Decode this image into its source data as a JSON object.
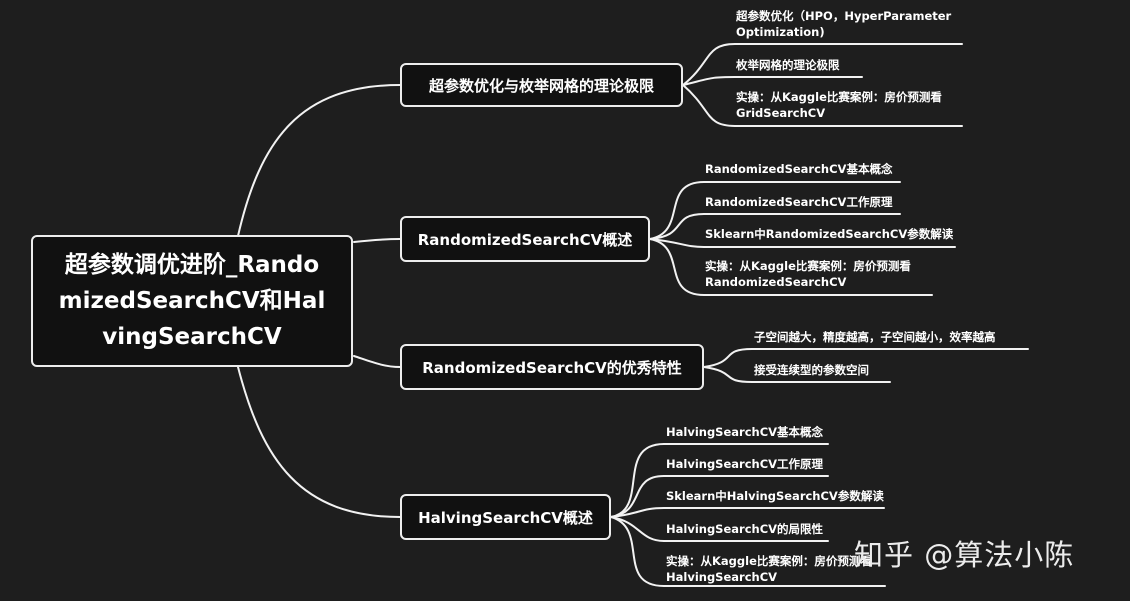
{
  "root": {
    "title": "超参数调优进阶_RandomizedSearchCV和HalvingSearchCV"
  },
  "branches": [
    {
      "label": "超参数优化与枚举网格的理论极限",
      "children": [
        "超参数优化（HPO，HyperParameter Optimization)",
        "枚举网格的理论极限",
        "实操：从Kaggle比赛案例：房价预测看GridSearchCV"
      ]
    },
    {
      "label": "RandomizedSearchCV概述",
      "children": [
        "RandomizedSearchCV基本概念",
        "RandomizedSearchCV工作原理",
        "Sklearn中RandomizedSearchCV参数解读",
        "实操：从Kaggle比赛案例：房价预测看RandomizedSearchCV"
      ]
    },
    {
      "label": "RandomizedSearchCV的优秀特性",
      "children": [
        "子空间越大，精度越高，子空间越小，效率越高",
        "接受连续型的参数空间"
      ]
    },
    {
      "label": "HalvingSearchCV概述",
      "children": [
        "HalvingSearchCV基本概念",
        "HalvingSearchCV工作原理",
        "Sklearn中HalvingSearchCV参数解读",
        "HalvingSearchCV的局限性",
        "实操：从Kaggle比赛案例：房价预测看HalvingSearchCV"
      ]
    }
  ],
  "watermark": "知乎 @算法小陈"
}
